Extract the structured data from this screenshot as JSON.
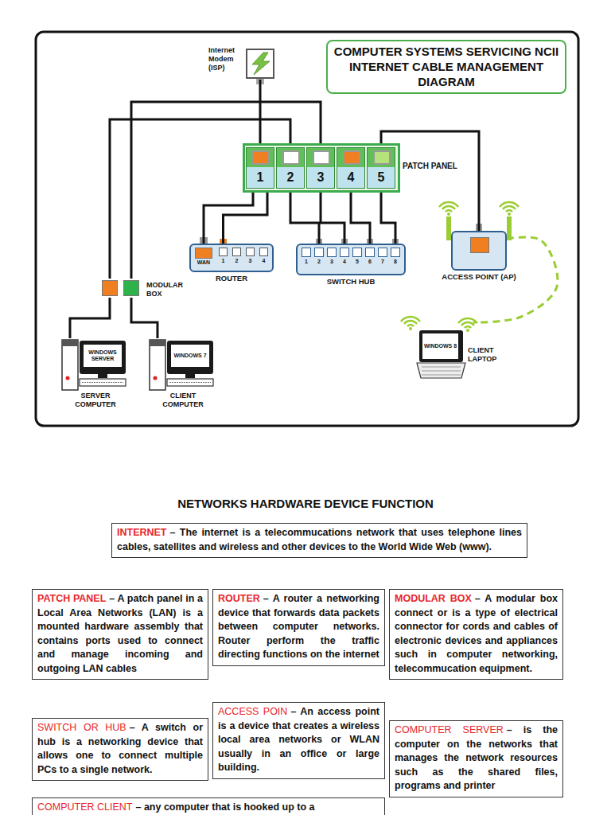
{
  "diagram": {
    "title": "COMPUTER SYSTEMS SERVICING NCII INTERNET CABLE MANAGEMENT DIAGRAM",
    "nodes": [
      {
        "text": [
          "Internet Modem (ISP)"
        ]
      },
      {
        "text": [
          "PATCH PANEL"
        ]
      },
      {
        "text": [
          "1"
        ],
        "in": 1
      },
      {
        "text": [
          "2"
        ],
        "in": 1
      },
      {
        "text": [
          "3"
        ],
        "in": 1
      },
      {
        "text": [
          "4"
        ],
        "in": 1
      },
      {
        "text": [
          "5"
        ],
        "in": 1
      },
      {
        "text": [
          "ROUTER"
        ]
      },
      {
        "text": [
          "WAN"
        ],
        "in": 7
      },
      {
        "text": [
          "1"
        ],
        "in": 7
      },
      {
        "text": [
          "2"
        ],
        "in": 7
      },
      {
        "text": [
          "3"
        ],
        "in": 7
      },
      {
        "text": [
          "4"
        ],
        "in": 7
      },
      {
        "text": [
          "SWITCH HUB"
        ]
      },
      {
        "text": [
          "1"
        ],
        "in": 13
      },
      {
        "text": [
          "2"
        ],
        "in": 13
      },
      {
        "text": [
          "3"
        ],
        "in": 13
      },
      {
        "text": [
          "4"
        ],
        "in": 13
      },
      {
        "text": [
          "5"
        ],
        "in": 13
      },
      {
        "text": [
          "6"
        ],
        "in": 13
      },
      {
        "text": [
          "7"
        ],
        "in": 13
      },
      {
        "text": [
          "8"
        ],
        "in": 13
      },
      {
        "text": [
          "ACCESS POINT (AP)"
        ]
      },
      {
        "text": [
          "MODULAR BOX"
        ]
      },
      {
        "text": [
          "WINDOWS SERVER",
          "SERVER COMPUTER"
        ]
      },
      {
        "text": [
          "WINDOWS 7",
          "CLIENT COMPUTER"
        ]
      },
      {
        "text": [
          "WINDOWS 8",
          "CLIENT LAPTOP"
        ]
      },
      {
        "text": [
          "INTERNET",
          "– The internet is a telecommucations network that uses telephone lines cables, satellites and wireless and other devices to the World Wide Web (www)."
        ]
      },
      {
        "text": [
          "PATCH PANEL",
          "– A patch panel in a Local Area Networks (LAN) is a mounted hardware assembly that contains ports used to connect and manage incoming and outgoing LAN cables"
        ]
      },
      {
        "text": [
          "ROUTER",
          "– A router a networking device that forwards data packets between computer networks. Router perform the traffic directing functions on the internet"
        ]
      },
      {
        "text": [
          "MODULAR BOX",
          "– A modular box connect or is a type of electrical connector for cords and cables of electronic devices and appliances such in computer networking, telecommucation equipment."
        ]
      },
      {
        "text": [
          "ACCESS POIN",
          "– An access point is a device that creates a wireless local area networks or WLAN usually in an office or large building."
        ]
      },
      {
        "text": [
          "SWITCH OR HUB",
          "– A switch or hub is a networking device that allows one to connect multiple PCs to a single network."
        ]
      },
      {
        "text": [
          "COMPUTER SERVER",
          "– is the computer on the networks that manages the network resources such as the shared files, programs and printer"
        ]
      },
      {
        "text": [
          "COMPUTER CLIENT",
          "– any computer that is hooked up to a"
        ]
      }
    ],
    "edges": [
      {
        "from": 0,
        "to": 2,
        "arrow": "none"
      },
      {
        "from": 3,
        "to": 23,
        "arrow": "none"
      },
      {
        "from": 4,
        "to": 23,
        "arrow": "none"
      },
      {
        "from": 6,
        "to": 22,
        "arrow": "none"
      },
      {
        "from": 2,
        "to": 8,
        "arrow": "none"
      },
      {
        "from": 9,
        "to": 2,
        "arrow": "none"
      },
      {
        "from": 3,
        "to": 15,
        "arrow": "none"
      },
      {
        "from": 4,
        "to": 17,
        "arrow": "none"
      },
      {
        "from": 5,
        "to": 19,
        "arrow": "none"
      },
      {
        "from": 6,
        "to": 21,
        "arrow": "none"
      },
      {
        "from": 23,
        "to": 24,
        "arrow": "none"
      },
      {
        "from": 23,
        "to": 25,
        "arrow": "none"
      },
      {
        "from": 22,
        "to": 26,
        "arrow": "none"
      }
    ],
    "labels": [
      "NETWORKS HARDWARE DEVICE FUNCTION"
    ]
  }
}
